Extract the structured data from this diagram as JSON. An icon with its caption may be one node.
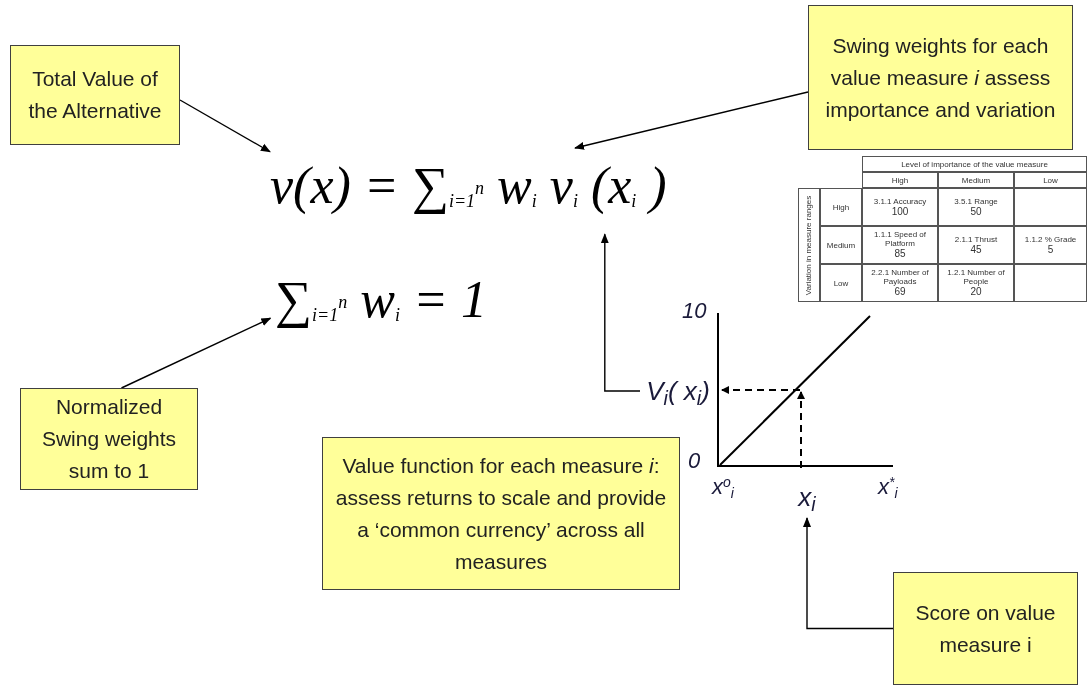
{
  "diagram": {
    "nodes": [
      {
        "text": [
          "Total Value of the Alternative"
        ]
      },
      {
        "text": [
          "Swing weights for each value measure *i* assess importance and variation"
        ]
      },
      {
        "text": [
          "v(x) = ∑$_{i=1}$$^{n}$ w$_{i}$ v$_{i}$ (x$_{i}$ )"
        ]
      },
      {
        "text": [
          "∑$_{i=1}$$^{n}$ w$_{i}$ = 1"
        ]
      },
      {
        "text": [
          "Normalized Swing weights sum to 1"
        ]
      },
      {
        "text": [
          "Value function for each measure *i*: assess returns to scale and provide a ‘common currency’ across all measures"
        ]
      },
      {
        "text": [
          "Score on value measure i"
        ]
      },
      {
        "text": [
          "V$_{i}$( x$_{i}$)"
        ]
      },
      {
        "text": [
          "x$_{i}$"
        ]
      }
    ],
    "edges": [
      {
        "from": 0,
        "to": 2,
        "arrow": "to"
      },
      {
        "from": 1,
        "to": 2,
        "arrow": "to"
      },
      {
        "from": 4,
        "to": 3,
        "arrow": "to"
      },
      {
        "from": 7,
        "to": 2,
        "arrow": "to"
      },
      {
        "from": 6,
        "to": 8,
        "arrow": "to"
      }
    ],
    "labels": [
      "Level of importance of the value measure",
      "High",
      "Medium",
      "Low",
      "Variation in measure ranges",
      "High",
      "3.1.1 Accuracy",
      "100",
      "3.5.1 Range",
      "50",
      "Medium",
      "1.1.1 Speed of Platform",
      "85",
      "2.1.1 Thrust",
      "45",
      "1.1.2 % Grade",
      "5",
      "Low",
      "2.2.1 Number of Payloads",
      "69",
      "1.2.1 Number of People",
      "20",
      "10",
      "0",
      "x$^{o}$$_{i}$",
      "x$^{*}$$_{i}$"
    ]
  }
}
